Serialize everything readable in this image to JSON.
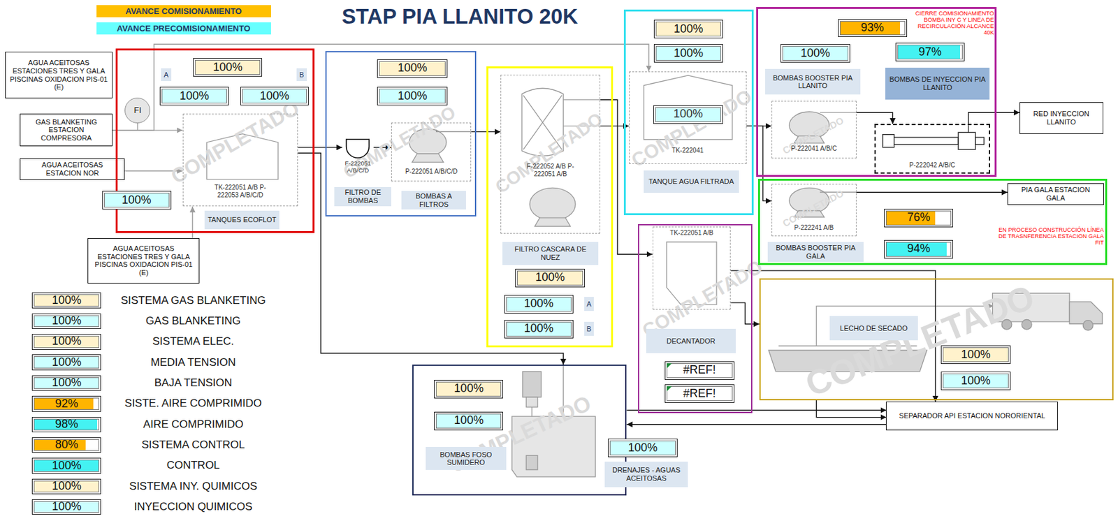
{
  "diagram": {
    "title": "STAP PIA LLANITO 20K",
    "nodes": [
      {
        "text": [
          "AGUA ACEITOSAS ESTACIONES TRES Y GALA PISCINAS OXIDACION PIS-01 (E)"
        ]
      },
      {
        "text": [
          "GAS BLANKETING ESTACION COMPRESORA"
        ]
      },
      {
        "text": [
          "FI"
        ]
      },
      {
        "text": [
          "AGUA ACEITOSAS ESTACION NOR"
        ]
      },
      {
        "text": [
          "TANQUES ECOFLOT"
        ]
      },
      {
        "text": [
          "100%"
        ],
        "in": 4
      },
      {
        "text": [
          "100%"
        ],
        "in": 4
      },
      {
        "text": [
          "100%"
        ],
        "in": 4
      },
      {
        "text": [
          "TK-222051 A/B P-222053 A/B/C/D"
        ],
        "in": 4
      },
      {
        "text": [
          "100%"
        ]
      },
      {
        "text": [
          "AGUA ACEITOSAS ESTACIONES TRES Y GALA PISCINAS OXIDACION PIS-01 (E)"
        ]
      },
      {
        "text": [
          "FILTRO DE BOMBAS",
          "BOMBAS A FILTROS"
        ]
      },
      {
        "text": [
          "100%"
        ],
        "in": 11
      },
      {
        "text": [
          "100%"
        ],
        "in": 11
      },
      {
        "text": [
          "F-222051 A/B/C/D"
        ],
        "in": 11
      },
      {
        "text": [
          "P-222051 A/B/C/D"
        ],
        "in": 11
      },
      {
        "text": [
          "FILTRO CASCARA DE NUEZ"
        ]
      },
      {
        "text": [
          "F-222052 A/B P-222051 A/B"
        ],
        "in": 16
      },
      {
        "text": [
          "100%"
        ],
        "in": 16
      },
      {
        "text": [
          "100%"
        ],
        "in": 16
      },
      {
        "text": [
          "100%"
        ],
        "in": 16
      },
      {
        "text": [
          "TANQUE AGUA FILTRADA"
        ]
      },
      {
        "text": [
          "100%"
        ],
        "in": 21
      },
      {
        "text": [
          "100%"
        ],
        "in": 21
      },
      {
        "text": [
          "TK-222041"
        ],
        "in": 21
      },
      {
        "text": [
          "100%"
        ],
        "in": 24
      },
      {
        "text": [
          "BOMBAS BOOSTER PIA LLANITO",
          "BOMBAS DE INYECCION PIA LLANITO"
        ]
      },
      {
        "text": [
          "93%"
        ],
        "in": 26
      },
      {
        "text": [
          "100%"
        ],
        "in": 26
      },
      {
        "text": [
          "97%"
        ],
        "in": 26
      },
      {
        "text": [
          "P-222041 A/B/C"
        ],
        "in": 26
      },
      {
        "text": [
          "P-222042 A/B/C"
        ],
        "in": 26
      },
      {
        "text": [
          "RED INYECCION LLANITO"
        ]
      },
      {
        "text": [
          "PIA GALA ESTACION GALA"
        ]
      },
      {
        "text": [
          "BOMBAS BOOSTER PIA GALA"
        ]
      },
      {
        "text": [
          "P-222241 A/B"
        ],
        "in": 34
      },
      {
        "text": [
          "76%"
        ],
        "in": 34
      },
      {
        "text": [
          "94%"
        ],
        "in": 34
      },
      {
        "text": [
          "DECANTADOR"
        ]
      },
      {
        "text": [
          "TK-222051 A/B"
        ],
        "in": 38
      },
      {
        "text": [
          "#REF!"
        ],
        "in": 38
      },
      {
        "text": [
          "#REF!"
        ],
        "in": 38
      },
      {
        "text": [
          "LECHO DE SECADO"
        ]
      },
      {
        "text": [
          "100%"
        ],
        "in": 42
      },
      {
        "text": [
          "100%"
        ],
        "in": 42
      },
      {
        "text": [
          "SEPARADOR API ESTACION NORORIENTAL"
        ]
      },
      {
        "text": [
          "BOMBAS FOSO SUMIDERO"
        ]
      },
      {
        "text": [
          "100%"
        ],
        "in": 46
      },
      {
        "text": [
          "100%"
        ],
        "in": 46
      },
      {
        "text": [
          "100%"
        ]
      },
      {
        "text": [
          "DRENAJES - AGUAS ACEITOSAS"
        ]
      },
      {
        "text": [
          "100%"
        ]
      },
      {
        "text": [
          "100%"
        ]
      },
      {
        "text": [
          "100%"
        ]
      },
      {
        "text": [
          "100%"
        ]
      },
      {
        "text": [
          "100%"
        ]
      },
      {
        "text": [
          "92%"
        ]
      },
      {
        "text": [
          "98%"
        ]
      },
      {
        "text": [
          "80%"
        ]
      },
      {
        "text": [
          "100%"
        ]
      },
      {
        "text": [
          "100%"
        ]
      },
      {
        "text": [
          "100%"
        ]
      }
    ],
    "edges": [
      {
        "from": 1,
        "to": 8,
        "arrow": "to"
      },
      {
        "from": 1,
        "to": 24,
        "arrow": "to"
      },
      {
        "from": 3,
        "to": 8,
        "arrow": "to"
      },
      {
        "from": 10,
        "to": 8,
        "arrow": "to"
      },
      {
        "from": 8,
        "to": 14,
        "arrow": "to"
      },
      {
        "from": 8,
        "to": 46,
        "arrow": "to"
      },
      {
        "from": 14,
        "to": 15,
        "arrow": "to"
      },
      {
        "from": 15,
        "to": 17,
        "arrow": "to"
      },
      {
        "from": 17,
        "to": 24,
        "arrow": "to"
      },
      {
        "from": 17,
        "to": 39,
        "arrow": "to"
      },
      {
        "from": 24,
        "to": 30,
        "arrow": "to"
      },
      {
        "from": 24,
        "to": 35,
        "arrow": "to"
      },
      {
        "from": 30,
        "to": 31,
        "arrow": "to"
      },
      {
        "from": 31,
        "to": 32,
        "arrow": "to"
      },
      {
        "from": 35,
        "to": 33,
        "arrow": "to"
      },
      {
        "from": 39,
        "to": 42,
        "arrow": "to"
      },
      {
        "from": 39,
        "to": 45,
        "arrow": "to"
      },
      {
        "from": 46,
        "to": 45,
        "arrow": "to"
      },
      {
        "from": 45,
        "to": 46,
        "arrow": "to"
      },
      {
        "from": 42,
        "to": 45,
        "arrow": "to"
      }
    ],
    "labels": [
      "A",
      "B",
      "A",
      "B",
      "CIERRE COMISIONAMIENTO BOMBA INY C Y LINEA DE RECIRCULACIÓN ALCANCE 40K",
      "EN PROCESO CONSTRUCCIÓN LÍNEA DE TRASNFERENCIA ESTACION GALA FIT",
      "SISTEMA GAS BLANKETING",
      "GAS BLANKETING",
      "SISTEMA ELEC.",
      "MEDIA TENSION",
      "BAJA TENSION",
      "SISTE. AIRE COMPRIMIDO",
      "AIRE COMPRIMIDO",
      "SISTEMA CONTROL",
      "CONTROL",
      "SISTEMA INY. QUIMICOS",
      "INYECCION QUIMICOS",
      "COMPLETADO",
      "COMPLETADO",
      "COMPLETADO",
      "COMPLETADO",
      "COMPLETADO",
      "COMPLETADO",
      "COMPLETADO",
      "COMPLETADO",
      "COMPLETADO"
    ],
    "legend": [
      {
        "text": "AVANCE COMISIONAMIENTO",
        "color": "#FFC000"
      },
      {
        "text": "AVANCE PRECOMISIONAMIENTO",
        "color": "#66FFFF"
      }
    ]
  }
}
